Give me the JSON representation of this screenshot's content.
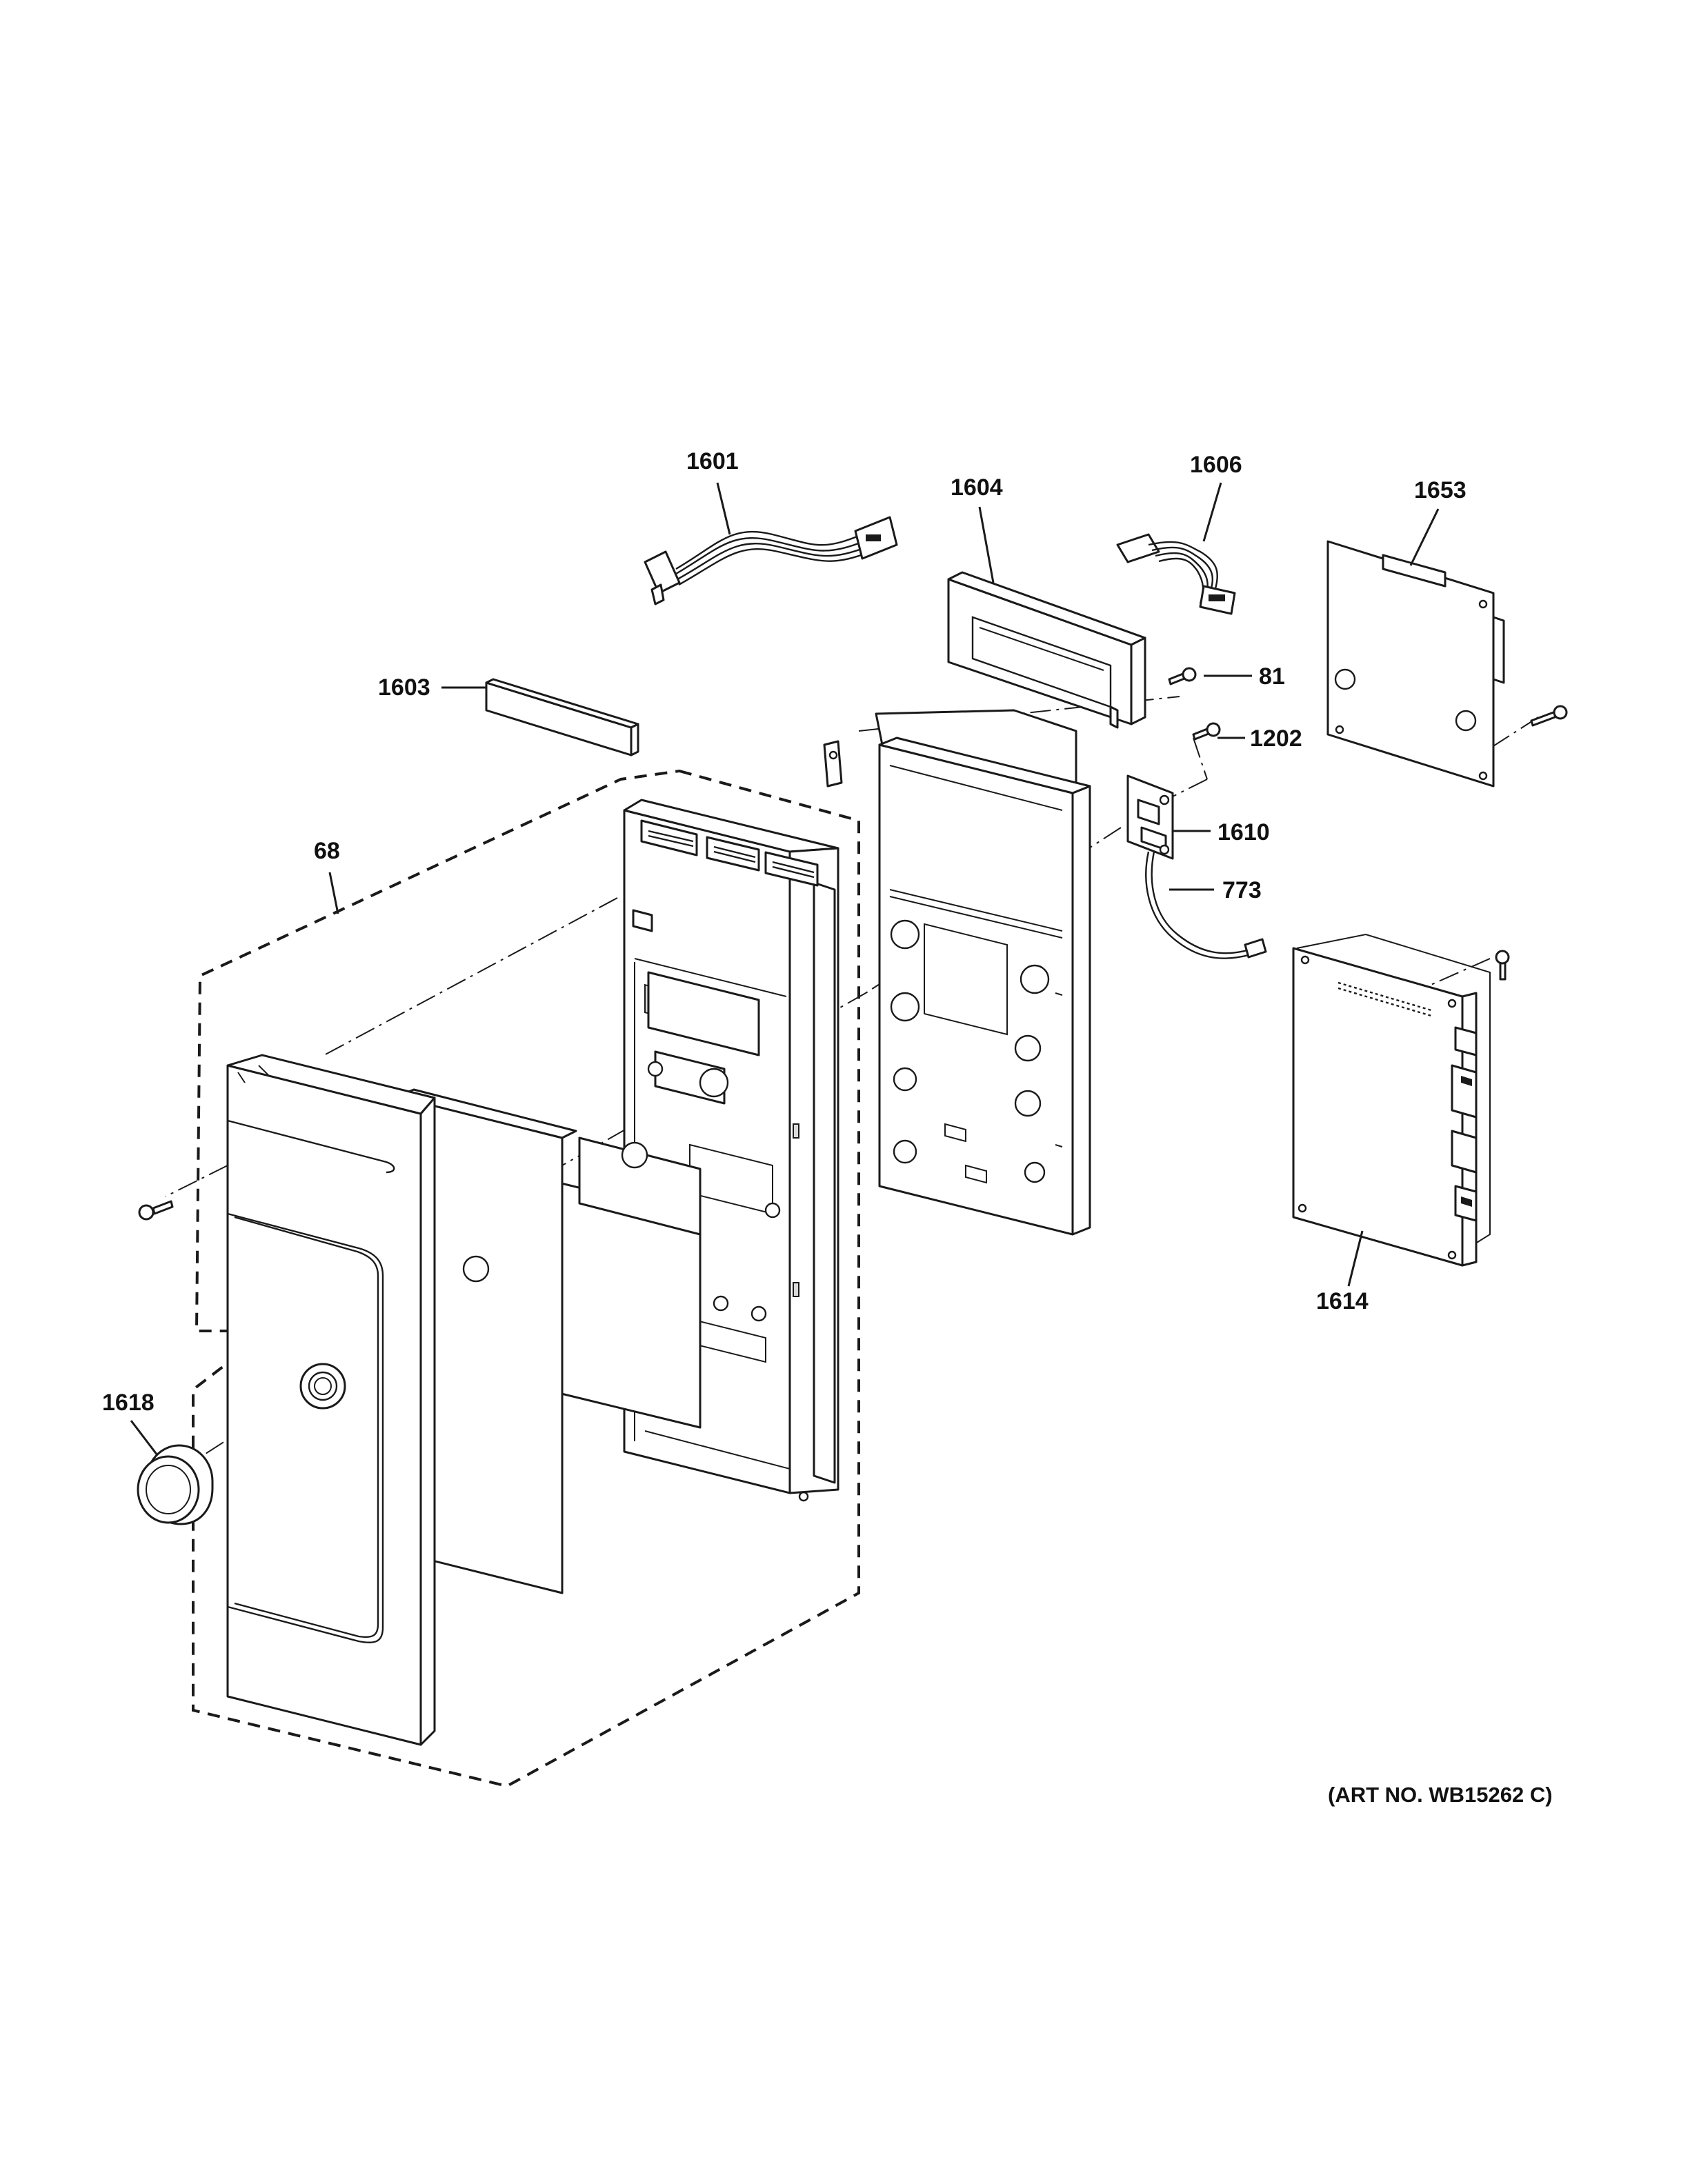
{
  "callouts": {
    "c1601": "1601",
    "c1604": "1604",
    "c1606": "1606",
    "c1653": "1653",
    "c1603": "1603",
    "c81": "81",
    "c1202": "1202",
    "c68": "68",
    "c1610": "1610",
    "c773": "773",
    "c1614": "1614",
    "c1618": "1618"
  },
  "art_number": "(ART NO. WB15262 C)"
}
